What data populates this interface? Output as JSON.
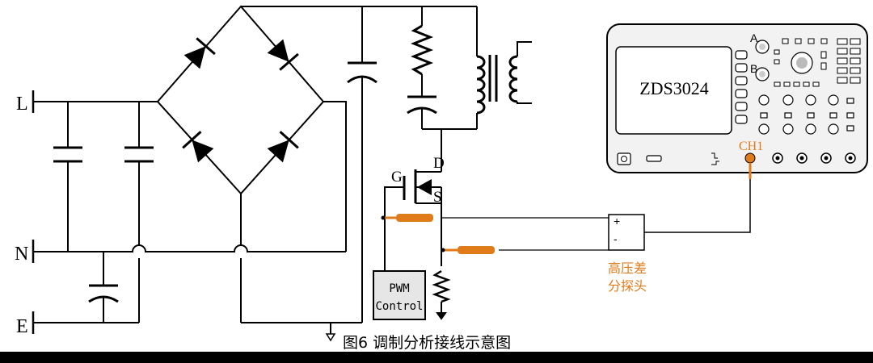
{
  "terminals": {
    "live": "L",
    "neutral": "N",
    "earth": "E"
  },
  "mosfet": {
    "gate": "G",
    "drain": "D",
    "source": "S"
  },
  "pwm": {
    "line1": "PWM",
    "line2": "Control"
  },
  "oscilloscope": {
    "model": "ZDS3024",
    "channel": "CH1",
    "knob_a": "A",
    "knob_b": "B"
  },
  "probe": {
    "line1": "高压差",
    "line2": "分探头",
    "plus": "+",
    "minus": "-"
  },
  "caption": "图6  调制分析接线示意图",
  "colors": {
    "line": "#000000",
    "probe": "#e07b1a",
    "scope_body": "#f2f2f2",
    "pwm_box": "#e6e6e6"
  }
}
